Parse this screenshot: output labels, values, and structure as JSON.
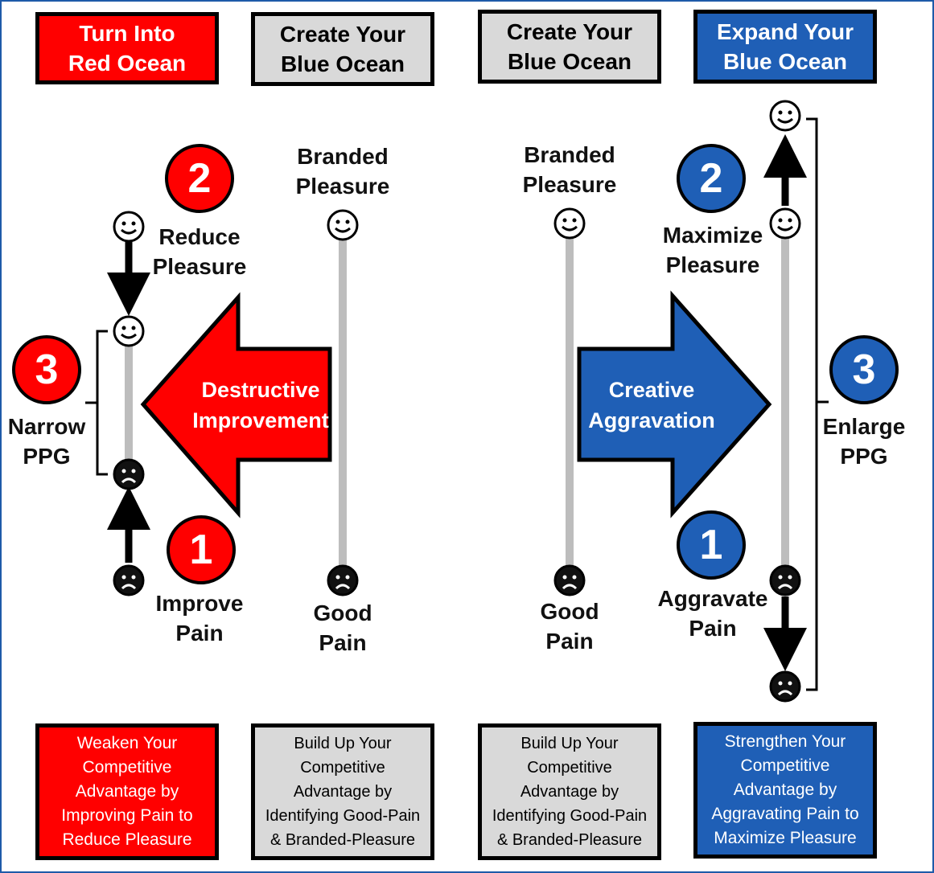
{
  "headers": {
    "red_ocean": "Turn Into\nRed Ocean",
    "create_left": "Create Your\nBlue Ocean",
    "create_right": "Create Your\nBlue Ocean",
    "expand": "Expand Your\nBlue Ocean"
  },
  "left": {
    "step1": "1",
    "step1_label": "Improve\nPain",
    "step2": "2",
    "step2_label": "Reduce\nPleasure",
    "step3": "3",
    "step3_label": "Narrow\nPPG",
    "arrow_text": "Destructive\nImprovement",
    "branded_pleasure": "Branded\nPleasure",
    "good_pain": "Good\nPain"
  },
  "right": {
    "step1": "1",
    "step1_label": "Aggravate\nPain",
    "step2": "2",
    "step2_label": "Maximize\nPleasure",
    "step3": "3",
    "step3_label": "Enlarge\nPPG",
    "arrow_text": "Creative\nAggravation",
    "branded_pleasure": "Branded\nPleasure",
    "good_pain": "Good\nPain"
  },
  "footers": {
    "weaken": "Weaken Your\nCompetitive\nAdvantage by\nImproving Pain to\nReduce Pleasure",
    "build_left": "Build Up Your\nCompetitive\nAdvantage by\nIdentifying Good-Pain\n& Branded-Pleasure",
    "build_right": "Build Up Your\nCompetitive\nAdvantage by\nIdentifying Good-Pain\n& Branded-Pleasure",
    "strengthen": "Strengthen Your\nCompetitive\nAdvantage by\nAggravating Pain to\nMaximize Pleasure"
  },
  "colors": {
    "red": "#ff0000",
    "blue": "#1f5fb6",
    "gray": "#d9d9d9",
    "scale_line": "#bdbdbd"
  }
}
